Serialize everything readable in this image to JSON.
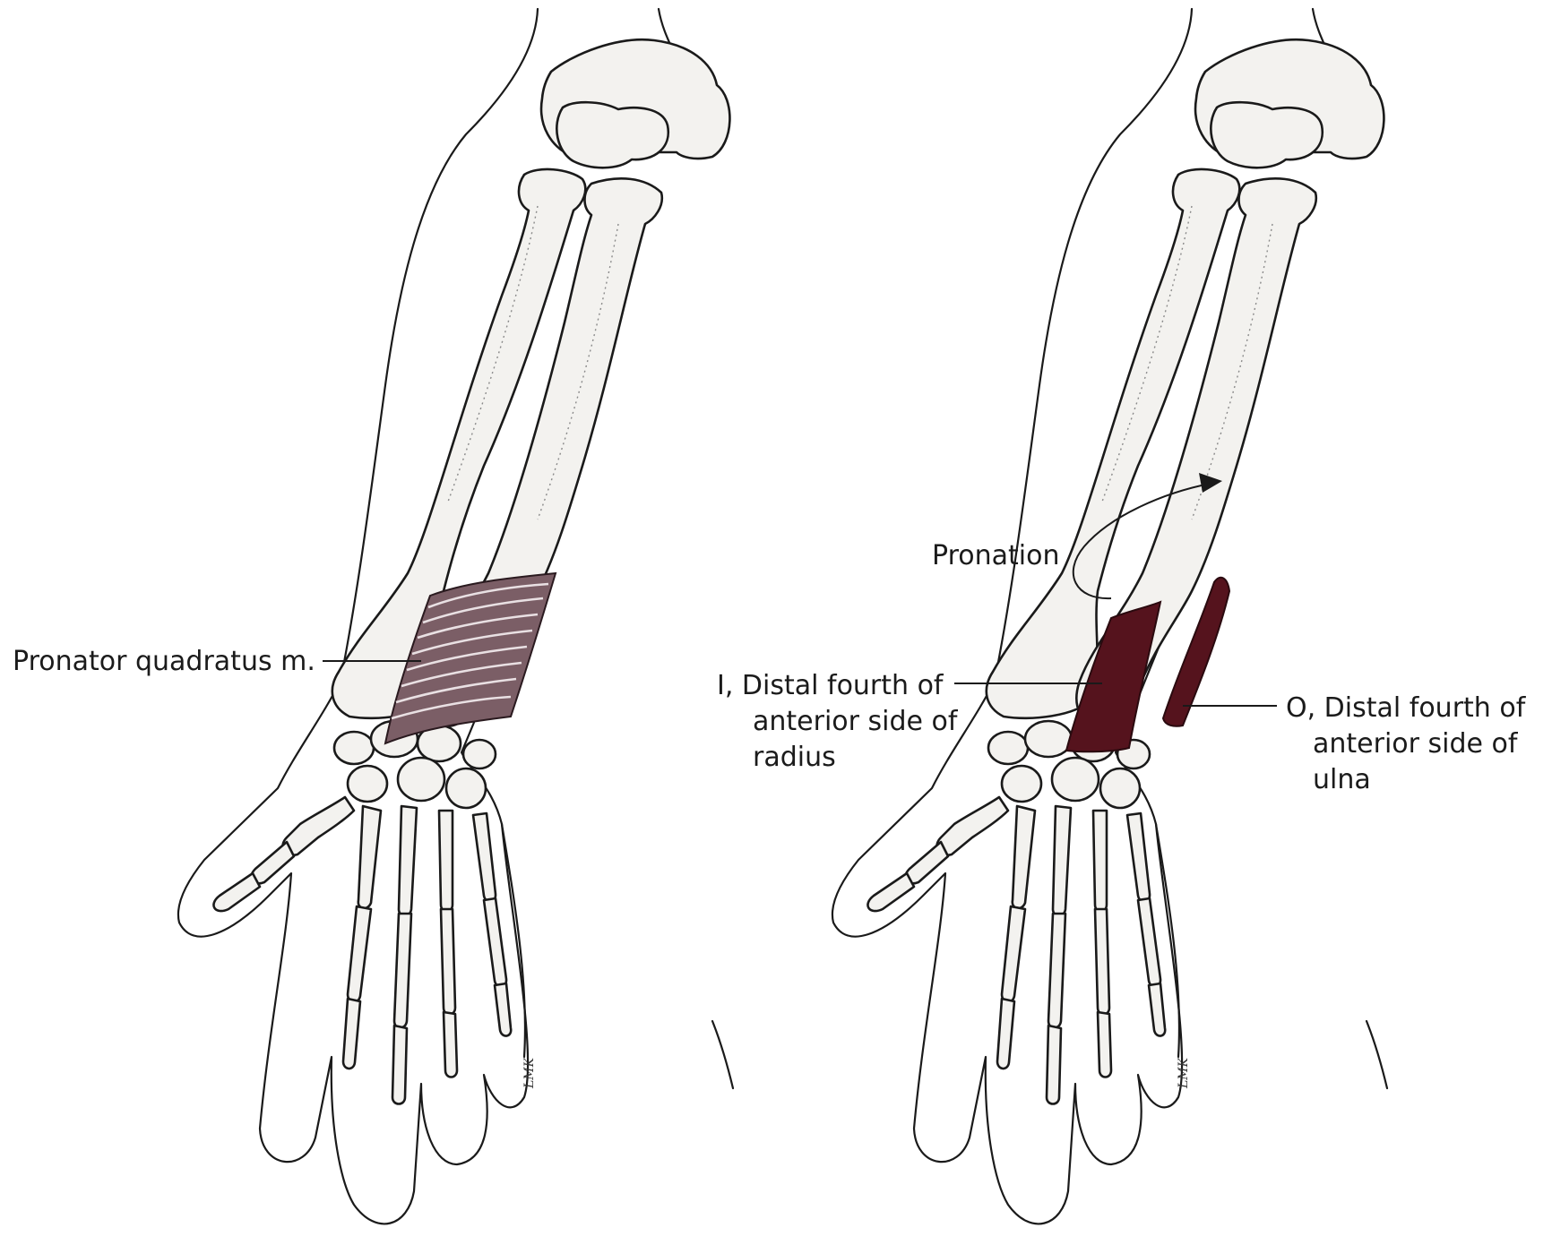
{
  "labels": {
    "pronator_quadratus": "Pronator quadratus m.",
    "pronation": "Pronation",
    "insertion_line1": "I, Distal fourth of",
    "insertion_line2": "anterior side of",
    "insertion_line3": "radius",
    "origin_line1": "O, Distal fourth of",
    "origin_line2": "anterior side of",
    "origin_line3": "ulna"
  },
  "artist_signature": "LMK",
  "colors": {
    "muscle": "#7b5e66",
    "attachment": "#55131d",
    "bone": "#f3f2ef",
    "outline": "#1a1a1a"
  }
}
